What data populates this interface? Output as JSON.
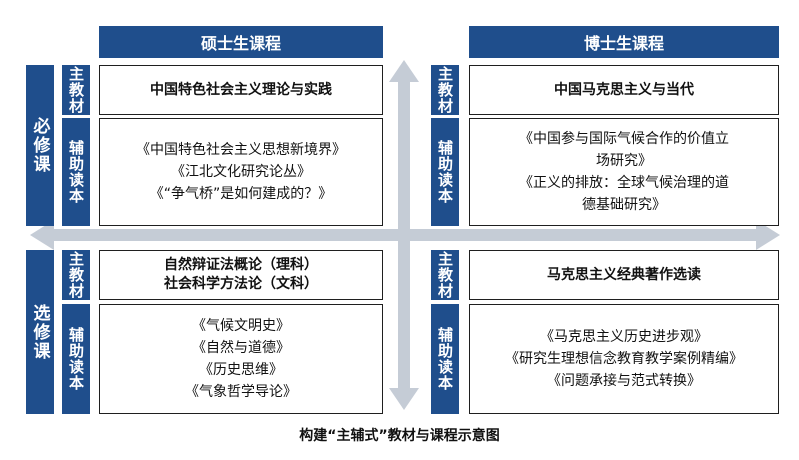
{
  "headers": {
    "master": "硕士生课程",
    "doctor": "博士生课程"
  },
  "rows": {
    "required": "必修课",
    "elective": "选修课"
  },
  "sub_labels": {
    "main": "主教材",
    "aux": "辅助读本"
  },
  "quadrants": {
    "master_required": {
      "main": [
        "中国特色社会主义理论与实践"
      ],
      "aux": [
        "《中国特色社会主义思想新境界》",
        "《江北文化研究论丛》",
        "《“争气桥”是如何建成的？》"
      ]
    },
    "doctor_required": {
      "main": [
        "中国马克思主义与当代"
      ],
      "aux": [
        "《中国参与国际气候合作的价值立",
        "场研究》",
        "《正义的排放：全球气候治理的道",
        "德基础研究》"
      ]
    },
    "master_elective": {
      "main": [
        "自然辩证法概论（理科）",
        "社会科学方法论（文科）"
      ],
      "aux": [
        "《气候文明史》",
        "《自然与道德》",
        "《历史思维》",
        "《气象哲学导论》"
      ]
    },
    "doctor_elective": {
      "main": [
        "马克思主义经典著作选读"
      ],
      "aux": [
        "《马克思主义历史进步观》",
        "《研究生理想信念教育教学案例精编》",
        "《问题承接与范式转换》"
      ]
    }
  },
  "caption": "构建“主辅式”教材与课程示意图",
  "colors": {
    "accent": "#1f4e8c",
    "arrow": "#c5ccd6"
  }
}
